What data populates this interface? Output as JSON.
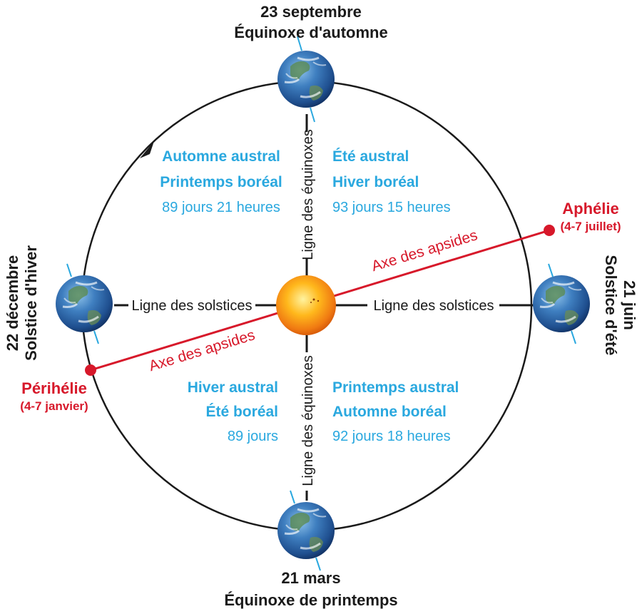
{
  "top": {
    "date": "23 septembre",
    "name": "Équinoxe d'automne"
  },
  "bottom": {
    "date": "21 mars",
    "name": "Équinoxe de printemps"
  },
  "left": {
    "date": "22 décembre",
    "name": "Solstice d'hiver"
  },
  "right": {
    "date": "21 juin",
    "name": "Solstice d'été"
  },
  "lines": {
    "equinox": "Ligne des équinoxes",
    "solstice": "Ligne des solstices",
    "apsides": "Axe des apsides"
  },
  "aphelion": {
    "name": "Aphélie",
    "dates": "(4-7 juillet)"
  },
  "perihelion": {
    "name": "Périhélie",
    "dates": "(4-7 janvier)"
  },
  "quadrants": {
    "top_left": {
      "line1": "Automne austral",
      "line2": "Printemps boréal",
      "duration": "89 jours 21 heures"
    },
    "top_right": {
      "line1": "Été austral",
      "line2": "Hiver boréal",
      "duration": "93 jours 15 heures"
    },
    "bottom_left": {
      "line1": "Hiver austral",
      "line2": "Été boréal",
      "duration": "89 jours"
    },
    "bottom_right": {
      "line1": "Printemps austral",
      "line2": "Automne boréal",
      "duration": "92 jours 18 heures"
    }
  },
  "colors": {
    "season": "#2aa8df",
    "apsides": "#d7182a",
    "orbit": "#1a1a1a",
    "sun": "#f7a21b"
  },
  "icons": {
    "sun": "sun-icon",
    "earth": "earth-globe-icon",
    "direction": "arrowhead-icon"
  }
}
